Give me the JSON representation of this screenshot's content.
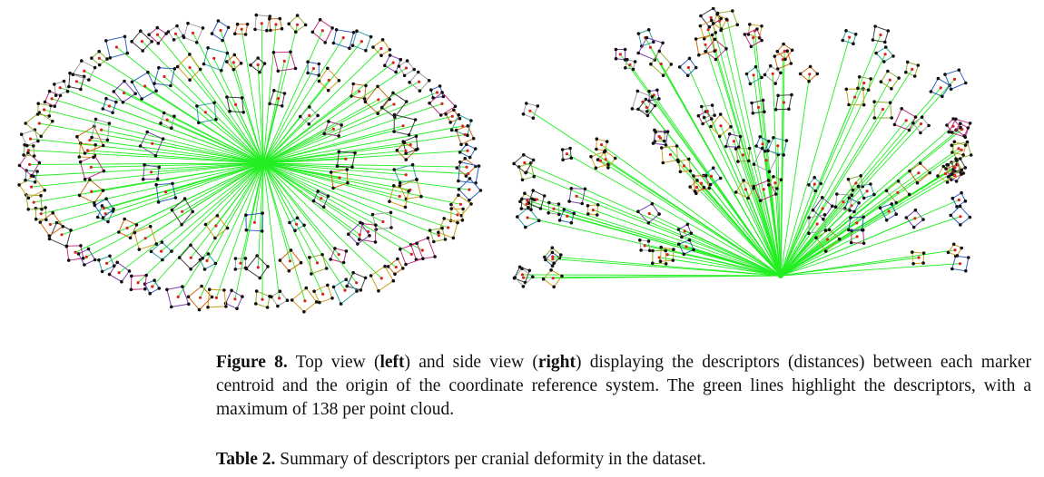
{
  "figure": {
    "label": "Figure 8.",
    "caption_parts": [
      " Top view (",
      "left",
      ") and side view (",
      "right",
      ") displaying the descriptors (distances) between each marker centroid and the origin of the coordinate reference system.  The green lines highlight the descriptors, with a maximum of 138 per point cloud."
    ],
    "colors": {
      "descriptor_line": "#22ee22",
      "marker_point": "#111111",
      "centroid": "#e02020"
    }
  },
  "table": {
    "label": "Table 2.",
    "caption": " Summary of descriptors per cranial deformity in the dataset."
  }
}
